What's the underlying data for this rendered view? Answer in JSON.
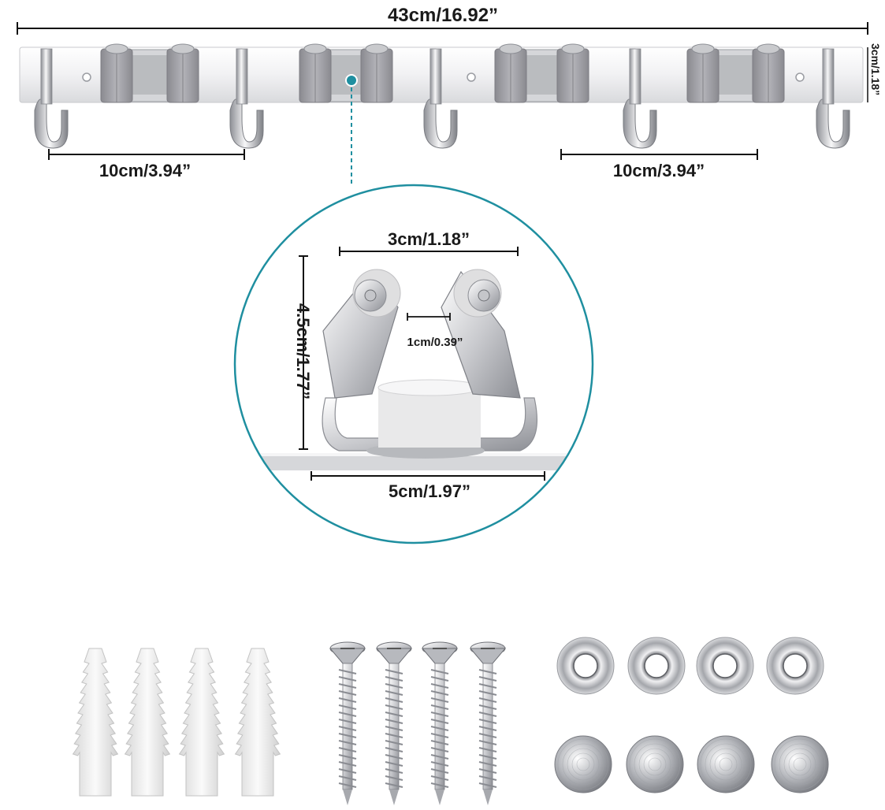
{
  "dimensions": {
    "total_length": "43cm/16.92”",
    "rack_height": "3cm/1.18”",
    "hook_spacing_left": "10cm/3.94”",
    "hook_spacing_right": "10cm/3.94”",
    "holder_width": "3cm/1.18”",
    "holder_height": "4.5cm/1.77”",
    "holder_gap": "1cm/0.39”",
    "holder_base": "5cm/1.97”"
  },
  "colors": {
    "accent_teal": "#1f8fa0",
    "dimension_line": "#111111",
    "steel_light": "#f2f2f4",
    "steel_dark": "#9a9ca2",
    "grip_gray": "#9b9ba0",
    "anchor_white": "#ececec"
  },
  "icons": {
    "rack": "steel-rack-icon",
    "hook": "steel-hook-icon",
    "holder": "mop-holder-icon",
    "anchor": "wall-anchor-icon",
    "screw": "screw-icon",
    "washer": "washer-icon",
    "cap": "screw-cap-icon"
  }
}
